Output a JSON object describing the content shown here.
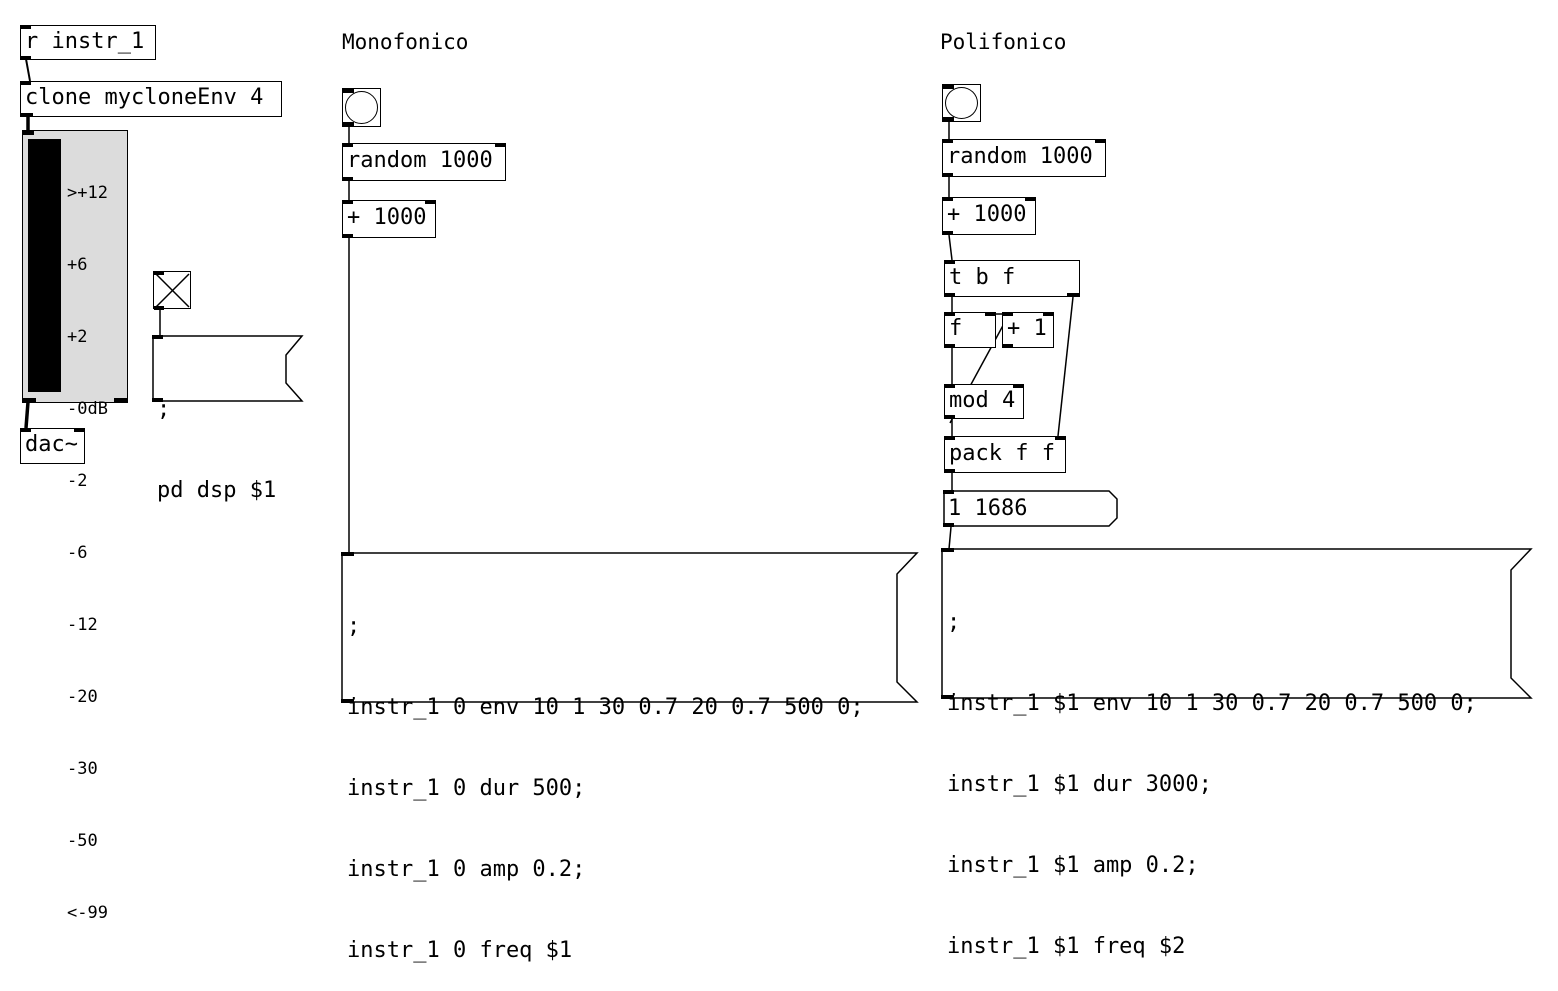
{
  "left": {
    "receive": "r instr_1",
    "clone": "clone mycloneEnv 4",
    "vu_scale": [
      ">+12",
      "+6",
      "+2",
      "-0dB",
      "-2",
      "-6",
      "-12",
      "-20",
      "-30",
      "-50",
      "<-99"
    ],
    "dac": "dac~",
    "dsp_message": [
      ";",
      "pd dsp $1"
    ]
  },
  "mono": {
    "title": "Monofonico",
    "random": "random 1000",
    "add": "+ 1000",
    "message": [
      ";",
      "instr_1 0 env 10 1 30 0.7 20 0.7 500 0;",
      "instr_1 0 dur 500;",
      "instr_1 0 amp 0.2;",
      "instr_1 0 freq $1"
    ]
  },
  "poly": {
    "title": "Polifonico",
    "random": "random 1000",
    "add": "+ 1000",
    "trigger": "t b f",
    "float": "f",
    "plus_one": "+ 1",
    "mod": "mod 4",
    "pack": "pack f f",
    "list_box": "1 1686",
    "message": [
      ";",
      "instr_1 $1 env 10 1 30 0.7 20 0.7 500 0;",
      "instr_1 $1 dur 3000;",
      "instr_1 $1 amp 0.2;",
      "instr_1 $1 freq $2"
    ]
  }
}
